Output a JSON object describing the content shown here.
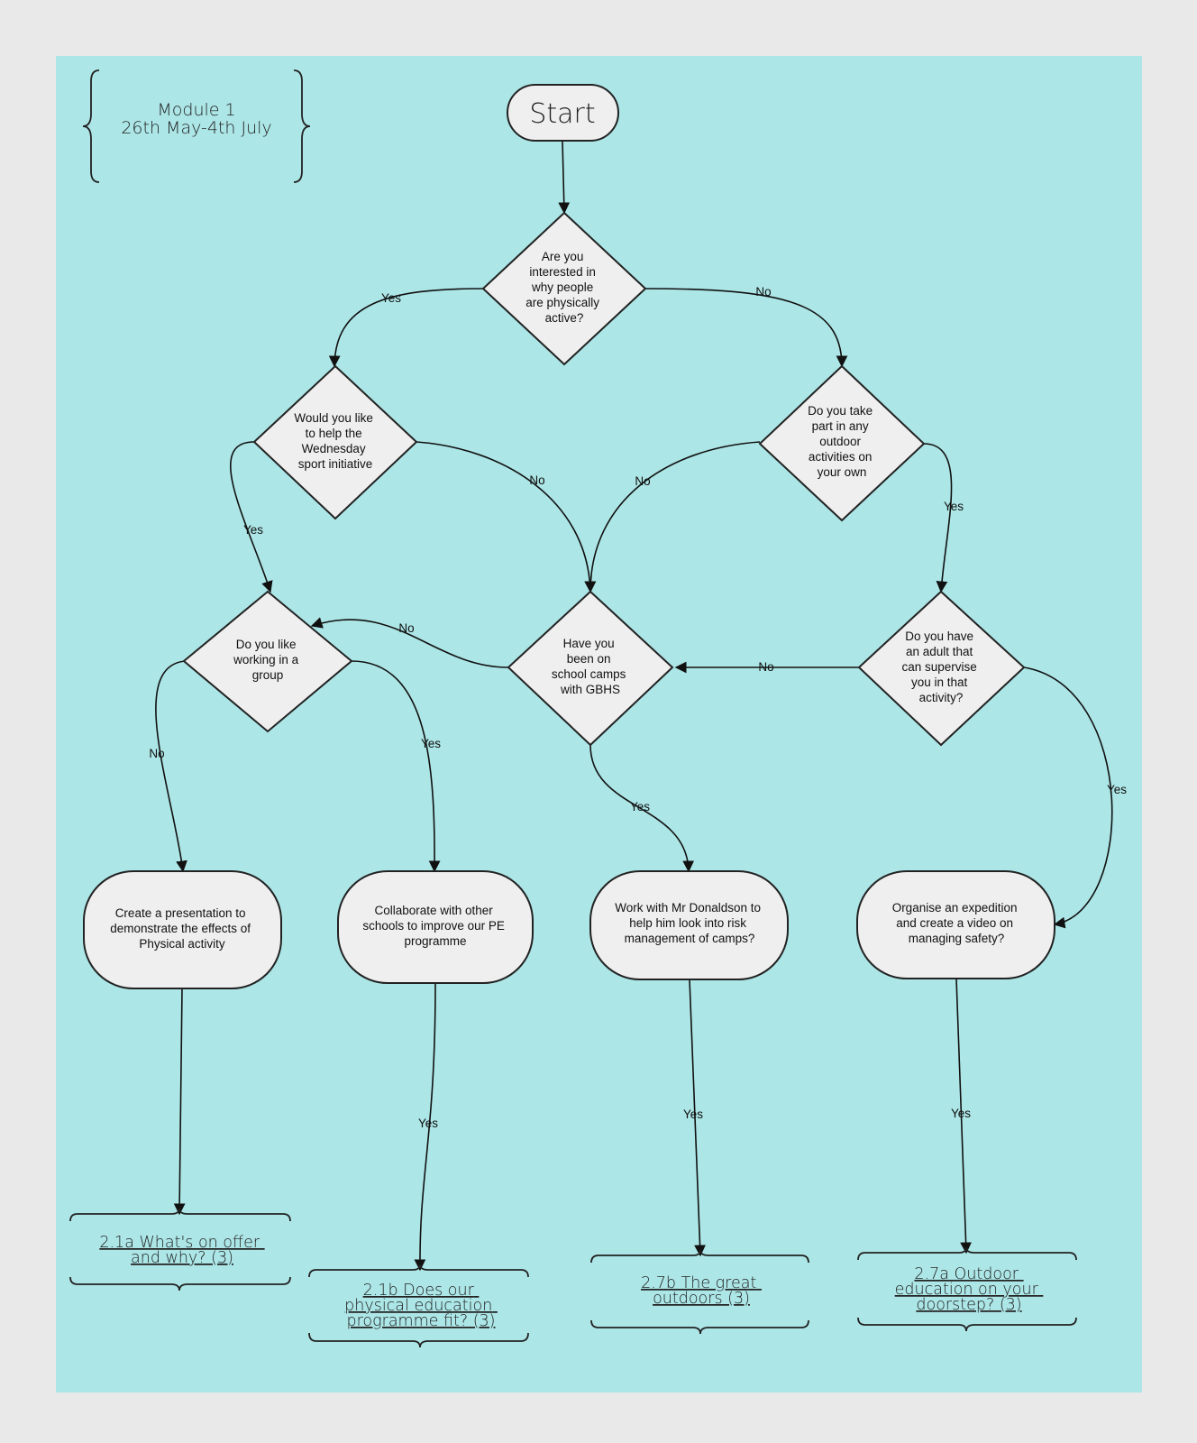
{
  "header": {
    "line1": "Module 1",
    "line2": "26th May-4th July"
  },
  "start": "Start",
  "questions": {
    "q1": [
      "Are you",
      "interested in",
      "why people",
      "are physically",
      "active?"
    ],
    "q2": [
      "Would you like",
      "to help the",
      "Wednesday",
      "sport initiative"
    ],
    "q3": [
      "Do you take",
      "part in any",
      "outdoor",
      "activities on",
      "your own"
    ],
    "q4": [
      "Do you like",
      "working in a",
      "group"
    ],
    "q5": [
      "Have you",
      "been on",
      "school camps",
      "with GBHS"
    ],
    "q6": [
      "Do you have",
      "an adult that",
      "can supervise",
      "you in that",
      "activity?"
    ]
  },
  "actions": {
    "a1": [
      "Create a presentation to",
      "demonstrate the effects of",
      "Physical activity"
    ],
    "a2": [
      "Collaborate with other",
      "schools to improve our PE",
      "programme"
    ],
    "a3": [
      "Work with Mr Donaldson to",
      "help him look into risk",
      "management of camps?"
    ],
    "a4": [
      "Organise an expedition",
      "and create a video on",
      "managing safety?"
    ]
  },
  "outcomes": {
    "o1": [
      "2.1a What's on offer",
      "and why? (3)"
    ],
    "o2": [
      "2.1b  Does our",
      "physical education",
      "programme fit? (3)"
    ],
    "o3": [
      "2.7b The great",
      "outdoors (3)"
    ],
    "o4": [
      "2.7a Outdoor",
      "education on your",
      "doorstep? (3)"
    ]
  },
  "edge_labels": {
    "yes": "Yes",
    "no": "No"
  },
  "colors": {
    "page_bg": "#e9e9e9",
    "board_bg": "#ade6e7",
    "shape_fill": "#efefef",
    "stroke": "#222222"
  }
}
